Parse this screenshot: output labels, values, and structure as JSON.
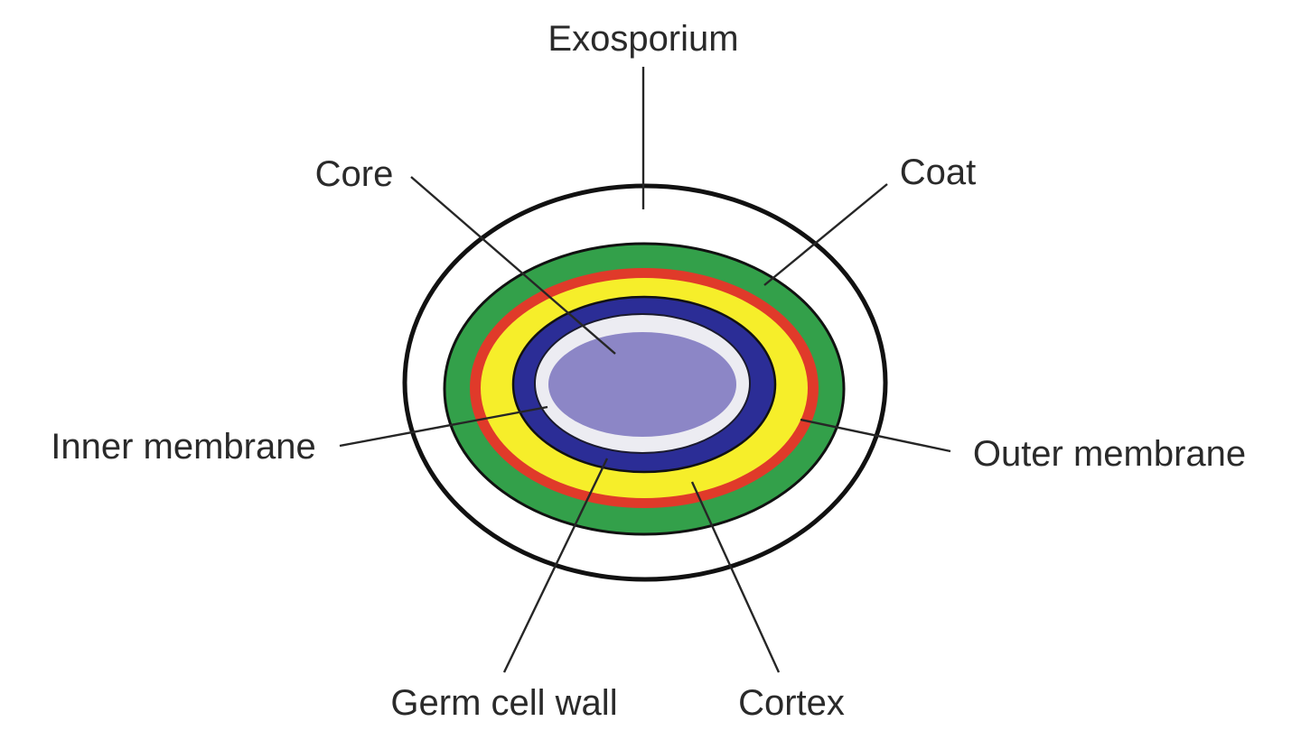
{
  "labels": {
    "exosporium": "Exosporium",
    "core": "Core",
    "coat": "Coat",
    "inner_membrane": "Inner membrane",
    "outer_membrane": "Outer membrane",
    "germ_cell_wall": "Germ cell wall",
    "cortex": "Cortex"
  },
  "colors": {
    "background": "#ffffff",
    "outline": "#111111",
    "exosporium": "#ffffff",
    "coat": "#33a04a",
    "outer_membrane": "#e03a2a",
    "cortex": "#f6ee2a",
    "germ_cell_wall": "#2b2d96",
    "inner_membrane": "#ececf2",
    "core": "#8c86c6",
    "label_text": "#2a2a2a",
    "leader_line": "#262626"
  }
}
